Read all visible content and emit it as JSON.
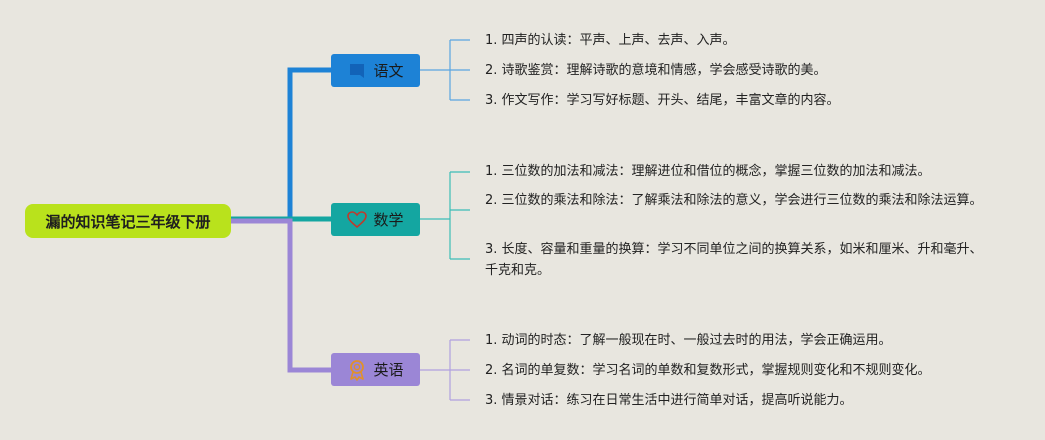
{
  "root": {
    "label": "漏的知识笔记三年级下册",
    "color": "#b9e21c"
  },
  "branches": [
    {
      "label": "语文",
      "icon": "bookmark-icon",
      "color": "#1d82d6",
      "items": [
        "1. 四声的认读：平声、上声、去声、入声。",
        "2. 诗歌鉴赏：理解诗歌的意境和情感，学会感受诗歌的美。",
        "3. 作文写作：学习写好标题、开头、结尾，丰富文章的内容。"
      ]
    },
    {
      "label": "数学",
      "icon": "heart-icon",
      "color": "#14a6a1",
      "items": [
        "1. 三位数的加法和减法：理解进位和借位的概念，掌握三位数的加法和减法。",
        "2. 三位数的乘法和除法：了解乘法和除法的意义，学会进行三位数的乘法和除法运算。",
        "3. 长度、容量和重量的换算：学习不同单位之间的换算关系，如米和厘米、升和毫升、千克和克。"
      ]
    },
    {
      "label": "英语",
      "icon": "award-icon",
      "color": "#9b86d6",
      "items": [
        "1. 动词的时态：了解一般现在时、一般过去时的用法，学会正确运用。",
        "2. 名词的单复数：学习名词的单数和复数形式，掌握规则变化和不规则变化。",
        "3. 情景对话：练习在日常生活中进行简单对话，提高听说能力。"
      ]
    }
  ]
}
